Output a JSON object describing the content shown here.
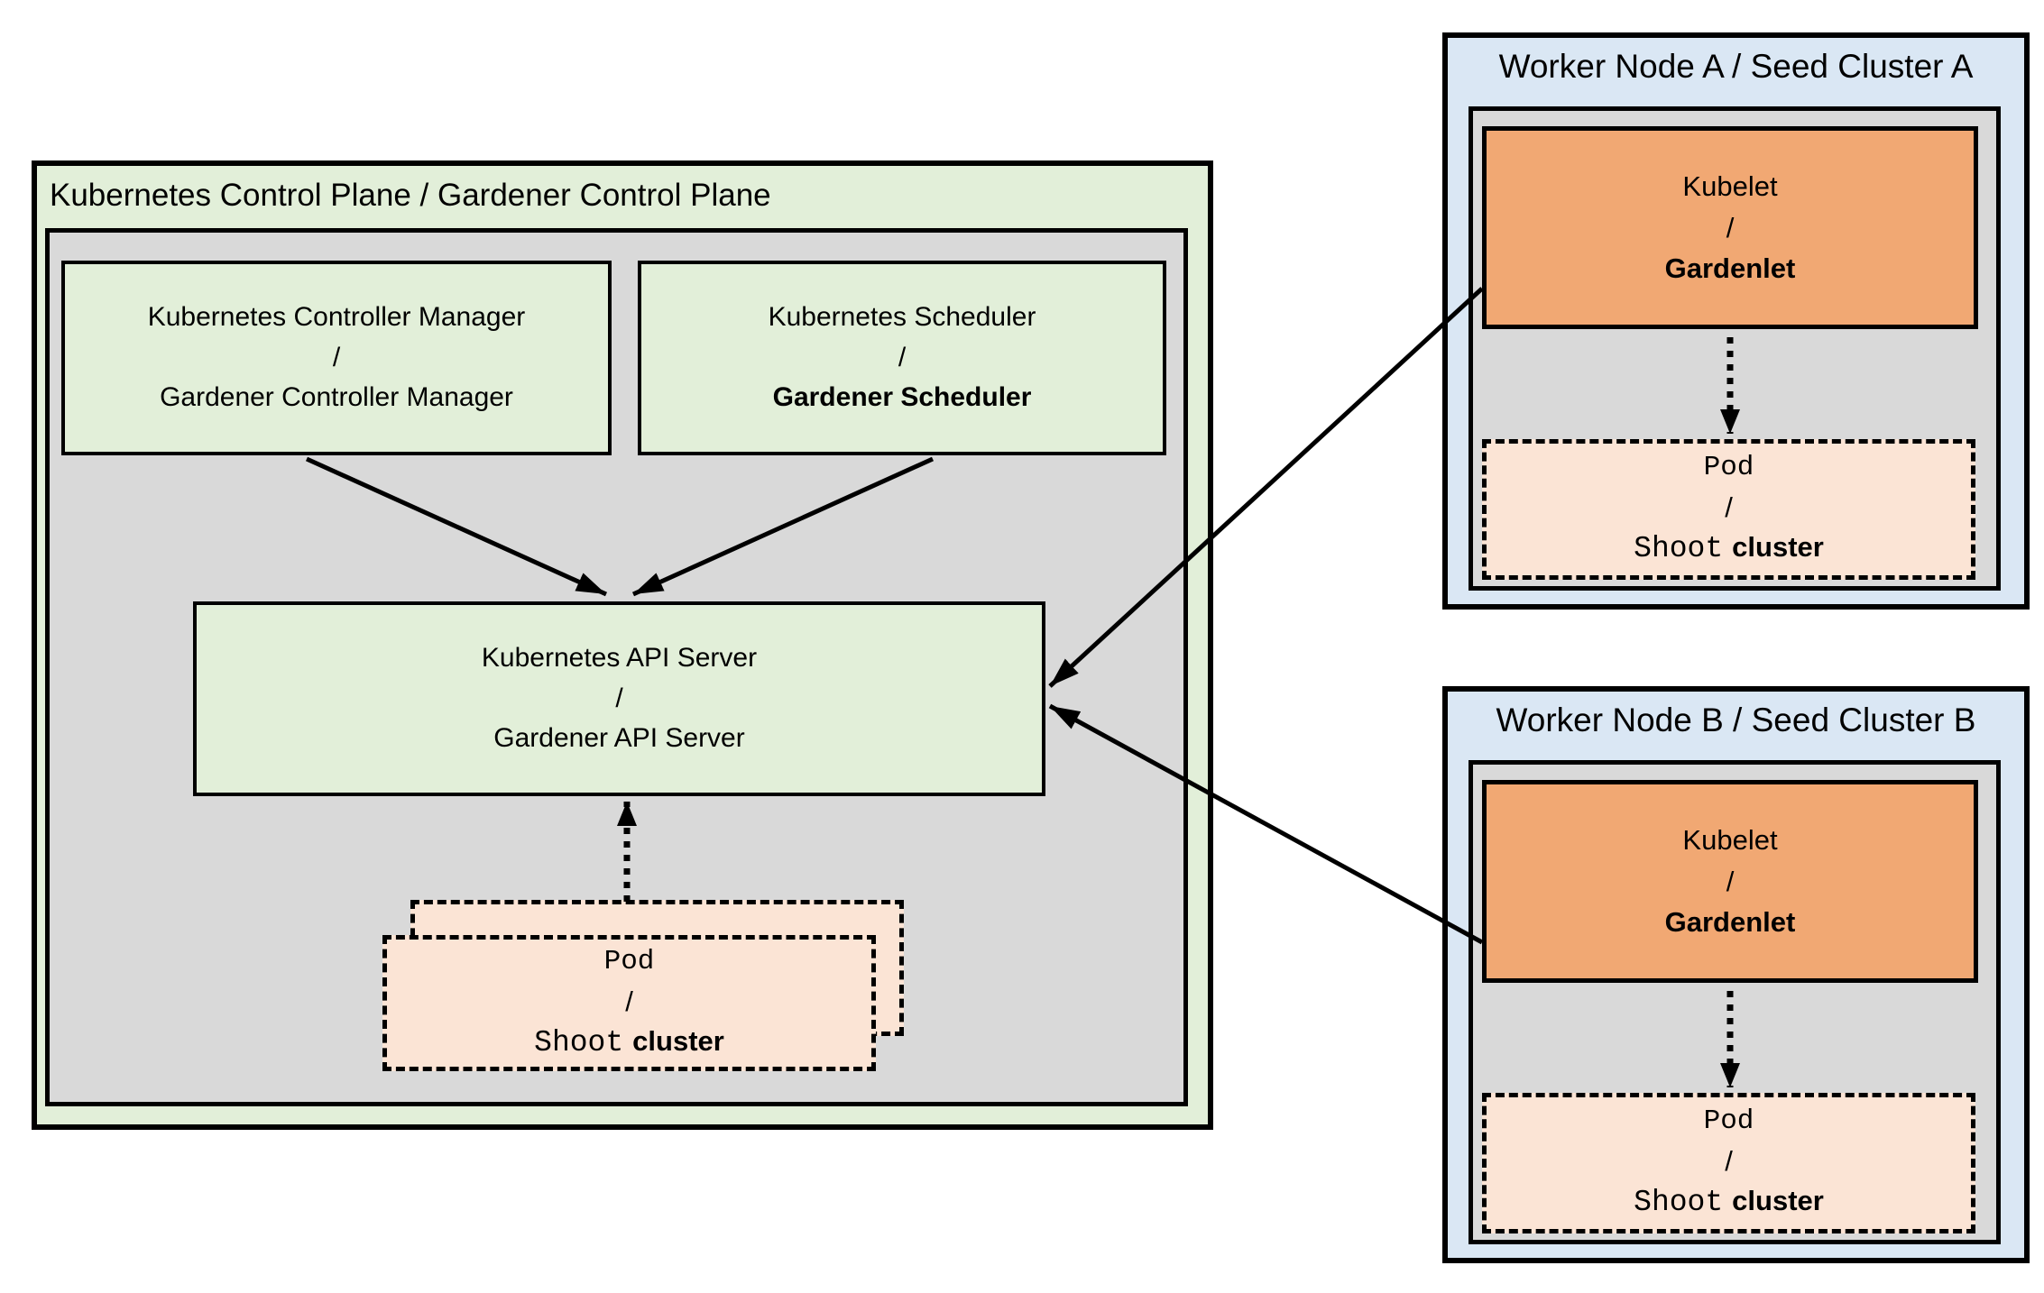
{
  "control_plane": {
    "title": "Kubernetes Control Plane / Gardener Control Plane",
    "controller_manager": {
      "line1": "Kubernetes Controller Manager",
      "sep": "/",
      "line2": "Gardener Controller Manager"
    },
    "scheduler": {
      "line1": "Kubernetes Scheduler",
      "sep": "/",
      "line2": "Gardener Scheduler"
    },
    "api_server": {
      "line1": "Kubernetes API Server",
      "sep": "/",
      "line2": "Gardener API Server"
    },
    "pod": {
      "line1": "Pod",
      "sep": "/",
      "line2_code": "Shoot",
      "line2_text": "cluster"
    }
  },
  "worker_node_a": {
    "title": "Worker Node A / Seed Cluster A",
    "kubelet": {
      "line1": "Kubelet",
      "sep": "/",
      "line2": "Gardenlet"
    },
    "pod": {
      "line1": "Pod",
      "sep": "/",
      "line2_code": "Shoot",
      "line2_text": "cluster"
    }
  },
  "worker_node_b": {
    "title": "Worker Node B / Seed Cluster B",
    "kubelet": {
      "line1": "Kubelet",
      "sep": "/",
      "line2": "Gardenlet"
    },
    "pod": {
      "line1": "Pod",
      "sep": "/",
      "line2_code": "Shoot",
      "line2_text": "cluster"
    }
  },
  "colors": {
    "background": "#ffffff",
    "green": "#e2efd9",
    "gray": "#d9d9d9",
    "blue": "#dae7f4",
    "orange": "#f1a873",
    "peach": "#fbe4d5",
    "line": "#000000"
  }
}
